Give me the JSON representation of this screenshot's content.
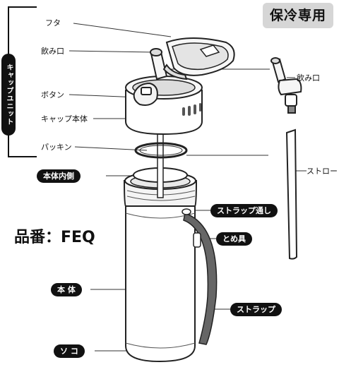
{
  "badge": "保冷専用",
  "cap_unit_label": "キャップユニット",
  "model_label": "品番：FEQ",
  "labels": {
    "futa": "フタ",
    "nomiguchi": "飲み口",
    "botan": "ボタン",
    "cap_body": "キャップ本体",
    "packing": "パッキン",
    "nomiguchi_right": "飲み口",
    "straw": "ストロー",
    "inner_side": "本体内側",
    "strap_loop": "ストラップ通し",
    "tomegu": "とめ具",
    "body": "本 体",
    "strap": "ストラップ",
    "bottom": "ソ コ"
  }
}
